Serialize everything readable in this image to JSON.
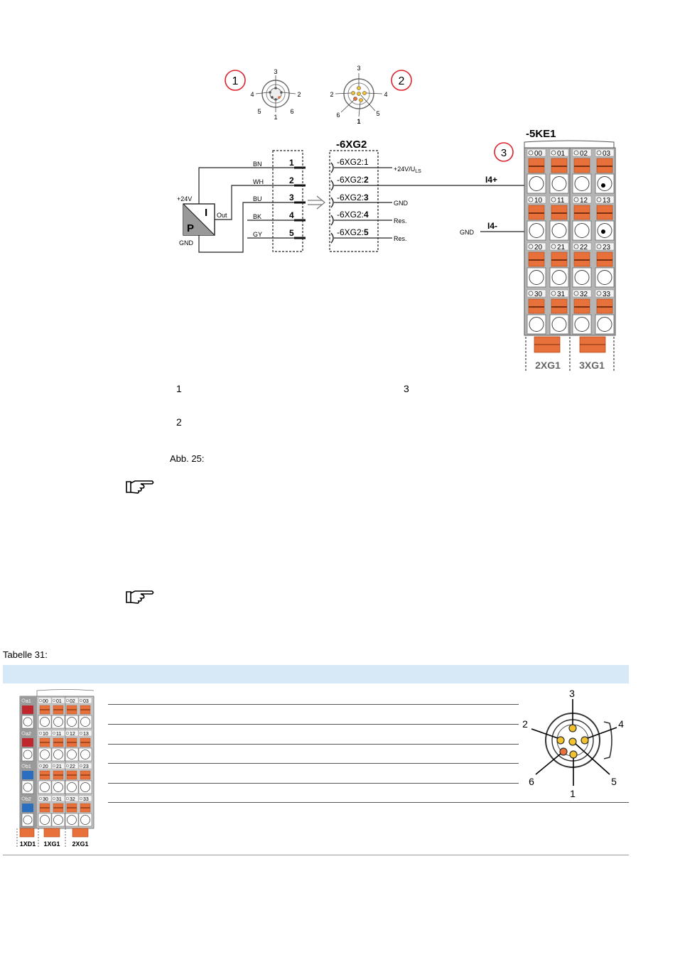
{
  "sensor": {
    "supply": "+24V",
    "gnd": "GND",
    "out": "Out",
    "p_letter": "P",
    "i_letter": "I"
  },
  "wires": [
    {
      "color": "BN",
      "num": "1"
    },
    {
      "color": "WH",
      "num": "2"
    },
    {
      "color": "BU",
      "num": "3"
    },
    {
      "color": "BK",
      "num": "4"
    },
    {
      "color": "GY",
      "num": "5"
    }
  ],
  "connector_1": {
    "circle_label": "1",
    "pins": [
      "3",
      "4",
      "2",
      "5",
      "6",
      "1"
    ]
  },
  "connector_2": {
    "circle_label": "2",
    "pins": [
      "3",
      "2",
      "4",
      "6",
      "5",
      "1"
    ]
  },
  "xg2": {
    "title": "-6XG2",
    "pins": [
      {
        "prefix": "-6XG2:",
        "num": "1",
        "signal": "+24V/U",
        "sub": "LS"
      },
      {
        "prefix": "-6XG2:",
        "num": "2",
        "signal": ""
      },
      {
        "prefix": "-6XG2:",
        "num": "3",
        "signal": "GND"
      },
      {
        "prefix": "-6XG2:",
        "num": "4",
        "signal": "Res."
      },
      {
        "prefix": "-6XG2:",
        "num": "5",
        "signal": "Res."
      }
    ]
  },
  "ke1": {
    "title": "-5KE1",
    "circle_label": "3",
    "i4plus": "I4+",
    "i4minus": "I4-",
    "gnd": "GND",
    "rows": [
      [
        "00",
        "01",
        "02",
        "03"
      ],
      [
        "10",
        "11",
        "12",
        "13"
      ],
      [
        "20",
        "21",
        "22",
        "23"
      ],
      [
        "30",
        "31",
        "32",
        "33"
      ]
    ],
    "connectors": [
      "2XG1",
      "3XG1"
    ]
  },
  "legend": {
    "item1": "1",
    "item2": "2",
    "item3": "3"
  },
  "figure_caption": "Abb. 25:",
  "table_caption": "Tabelle 31:",
  "terminal_image": {
    "side_labels": [
      "a1",
      "a2",
      "b1",
      "b2"
    ],
    "rows": [
      [
        "00",
        "01",
        "02",
        "03"
      ],
      [
        "10",
        "11",
        "12",
        "13"
      ],
      [
        "20",
        "21",
        "22",
        "23"
      ],
      [
        "30",
        "31",
        "32",
        "33"
      ]
    ],
    "connectors": [
      "1XD1",
      "1XG1",
      "2XG1"
    ]
  },
  "m12_image": {
    "pins": [
      "3",
      "2",
      "4",
      "6",
      "5",
      "1"
    ]
  },
  "colors": {
    "table_header": "#d7e9f6",
    "terminal_orange": "#e8703a",
    "red_marker": "#c0272d",
    "blue_marker": "#2a6fbf",
    "pin_yellow": "#f2c12e",
    "circle_red": "#d9232d"
  }
}
